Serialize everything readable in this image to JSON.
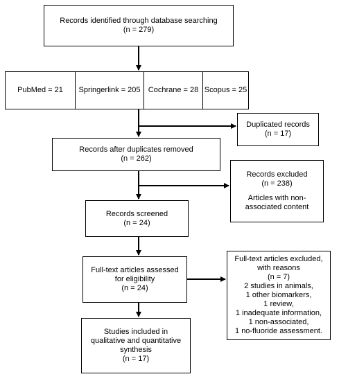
{
  "flow": {
    "identified": {
      "line1": "Records identified through database searching",
      "line2": "(n = 279)"
    },
    "databases": [
      {
        "label": "PubMed = 21"
      },
      {
        "label": "Springerlink = 205"
      },
      {
        "label": "Cochrane = 28"
      },
      {
        "label": "Scopus = 25"
      }
    ],
    "duplicates": {
      "line1": "Duplicated records",
      "line2": "(n = 17)"
    },
    "after_dupes": {
      "line1": "Records after duplicates removed",
      "line2": "(n = 262)"
    },
    "excluded": {
      "line1": "Records excluded",
      "line2": "(n = 238)",
      "line3": "Articles with non-",
      "line4": "associated content"
    },
    "screened": {
      "line1": "Records screened",
      "line2": "(n = 24)"
    },
    "fulltext": {
      "line1": "Full-text articles assessed",
      "line2": "for eligibility",
      "line3": "(n = 24)"
    },
    "fulltext_excluded": {
      "lines": [
        "Full-text articles excluded,",
        "with reasons",
        "(n = 7)",
        "2 studies in animals,",
        "1 other biomarkers,",
        "1 review,",
        "1 inadequate information,",
        "1 non-associated,",
        "1 no-fluoride assessment."
      ]
    },
    "included": {
      "line1": "Studies included in",
      "line2": "qualitative and quantitative",
      "line3": "synthesis",
      "line4": "(n = 17)"
    }
  }
}
